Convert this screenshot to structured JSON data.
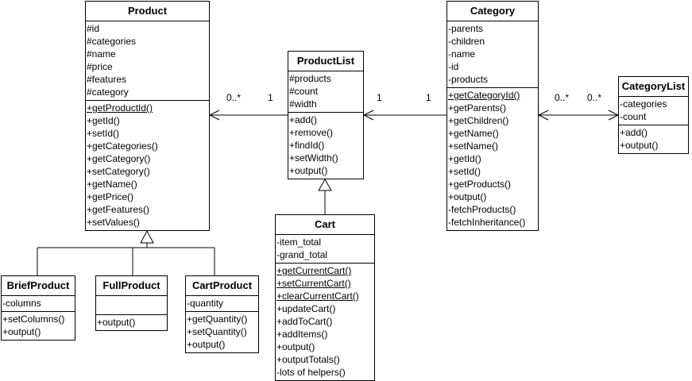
{
  "classes": {
    "product": {
      "name": "Product",
      "attributes": [
        "#id",
        "#categories",
        "#name",
        "#price",
        "#features",
        "#category"
      ],
      "operations": [
        "+getProductId()",
        "+getId()",
        "+setId()",
        "+getCategories()",
        "+getCategory()",
        "+setCategory()",
        "+getName()",
        "+getPrice()",
        "+getFeatures()",
        "+setValues()"
      ],
      "underlined_operations": [
        0
      ]
    },
    "productlist": {
      "name": "ProductList",
      "attributes": [
        "#products",
        "#count",
        "#width"
      ],
      "operations": [
        "+add()",
        "+remove()",
        "+findId()",
        "+setWidth()",
        "+output()"
      ],
      "underlined_operations": []
    },
    "category": {
      "name": "Category",
      "attributes": [
        "-parents",
        "-children",
        "-name",
        "-id",
        "-products"
      ],
      "operations": [
        "+getCategoryId()",
        "+getParents()",
        "+getChildren()",
        "+getName()",
        "+setName()",
        "+getId()",
        "+setId()",
        "+getProducts()",
        "+output()",
        "-fetchProducts()",
        "-fetchInheritance()"
      ],
      "underlined_operations": [
        0
      ]
    },
    "categorylist": {
      "name": "CategoryList",
      "attributes": [
        "-categories",
        "-count"
      ],
      "operations": [
        "+add()",
        "+output()"
      ],
      "underlined_operations": []
    },
    "cart": {
      "name": "Cart",
      "attributes": [
        "-item_total",
        "-grand_total"
      ],
      "operations": [
        "+getCurrentCart()",
        "+setCurrentCart()",
        "+clearCurrentCart()",
        "+updateCart()",
        "+addToCart()",
        "+addItems()",
        "+output()",
        "+outputTotals()",
        "-lots of helpers()"
      ],
      "underlined_operations": [
        0,
        1,
        2
      ]
    },
    "briefproduct": {
      "name": "BriefProduct",
      "attributes": [
        "-columns"
      ],
      "operations": [
        "+setColumns()",
        "+output()"
      ],
      "underlined_operations": []
    },
    "fullproduct": {
      "name": "FullProduct",
      "attributes": [],
      "operations": [
        "+output()"
      ],
      "underlined_operations": []
    },
    "cartproduct": {
      "name": "CartProduct",
      "attributes": [
        "-quantity"
      ],
      "operations": [
        "+getQuantity()",
        "+setQuantity()",
        "+output()"
      ],
      "underlined_operations": []
    }
  },
  "multiplicities": {
    "productlist_to_product_near_product": "0..*",
    "productlist_to_product_near_productlist": "1",
    "category_to_productlist_near_productlist": "1",
    "category_to_productlist_near_category": "1",
    "categorylist_category_near_category": "0..*",
    "categorylist_category_near_categorylist": "0..*"
  },
  "colors": {
    "line": "#000000",
    "background": "#ffffff"
  }
}
